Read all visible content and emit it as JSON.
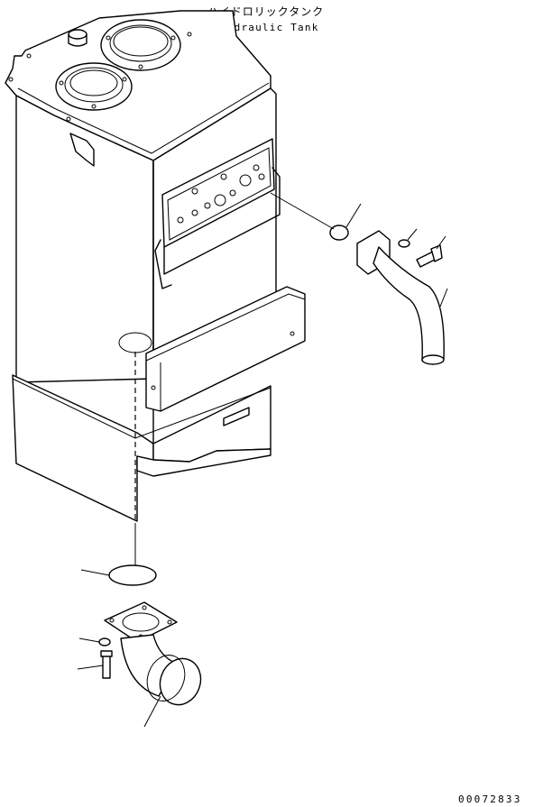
{
  "title": {
    "japanese": "ハイドロリックタンク",
    "english": "Hydraulic Tank"
  },
  "drawing_number": "00072833",
  "colors": {
    "ink": "#000000",
    "paper": "#ffffff"
  }
}
